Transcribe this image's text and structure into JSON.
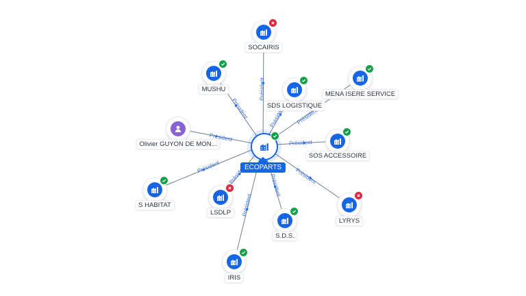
{
  "center": {
    "name": "ECOPARTS",
    "status": "active"
  },
  "relation_label": "Président",
  "nodes": [
    {
      "id": "socairis",
      "name": "SOCAIRIS",
      "type": "company",
      "status": "inactive"
    },
    {
      "id": "mushu",
      "name": "MUSHU",
      "type": "company",
      "status": "active"
    },
    {
      "id": "sds-logistique",
      "name": "SDS LOGISTIQUE",
      "type": "company",
      "status": "active"
    },
    {
      "id": "mena-isere-service",
      "name": "MENA ISERE SERVICE",
      "type": "company",
      "status": "active"
    },
    {
      "id": "olivier-guyon",
      "name": "Olivier GUYON DE MON...",
      "type": "person",
      "status": "none"
    },
    {
      "id": "sos-accessoire",
      "name": "SOS ACCESSOIRE",
      "type": "company",
      "status": "active"
    },
    {
      "id": "s-habitat",
      "name": "S HABITAT",
      "type": "company",
      "status": "active"
    },
    {
      "id": "lsdlp",
      "name": "LSDLP",
      "type": "company",
      "status": "inactive"
    },
    {
      "id": "lyrys",
      "name": "LYRYS",
      "type": "company",
      "status": "inactive"
    },
    {
      "id": "sds",
      "name": "S.D.S.",
      "type": "company",
      "status": "active"
    },
    {
      "id": "iris",
      "name": "IRIS",
      "type": "company",
      "status": "active"
    }
  ],
  "colors": {
    "accent": "#1565e6",
    "active": "#14a04a",
    "inactive": "#e0243c",
    "person": "#8a63d2",
    "edge": "#6f7d90"
  }
}
